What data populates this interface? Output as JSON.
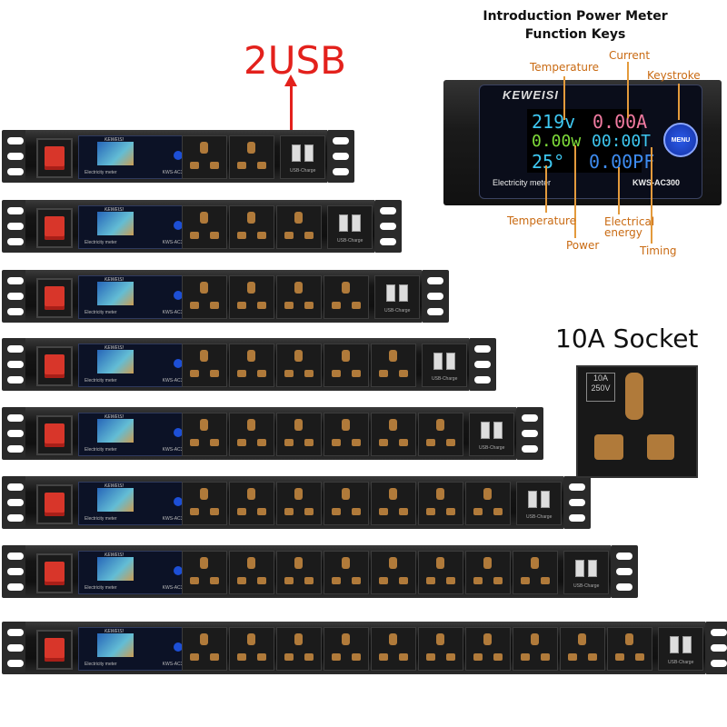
{
  "usb_callout": "2USB",
  "meter_detail": {
    "title_line1": "Introduction Power Meter",
    "title_line2": "Function Keys",
    "brand": "KEWEISI",
    "voltage": "219v",
    "current": "0.00A",
    "power": "0.00w",
    "timing": "00:00T",
    "temperature": "25°",
    "energy": "0.00PF",
    "menu_key": "MENU",
    "caption": "Electricity meter",
    "model": "KWS-AC300",
    "callouts": {
      "temperature_top": "Temperature",
      "current": "Current",
      "keystroke": "Keystroke",
      "temperature_bottom": "Temperature",
      "power": "Power",
      "electrical_energy_1": "Electrical",
      "electrical_energy_2": "energy",
      "timing": "Timing"
    }
  },
  "socket_detail": {
    "title": "10A Socket",
    "rating_1": "10A",
    "rating_2": "250V"
  },
  "strips": [
    {
      "outlets": 2
    },
    {
      "outlets": 3
    },
    {
      "outlets": 4
    },
    {
      "outlets": 5
    },
    {
      "outlets": 6
    },
    {
      "outlets": 7
    },
    {
      "outlets": 8
    },
    {
      "outlets": 10
    }
  ],
  "strip_text": {
    "brand": "KEWEISI",
    "caption": "Electricity meter",
    "model": "KWS-AC300",
    "usb_label": "USB-Charge"
  },
  "colors": {
    "accent_red": "#e3211c",
    "callout_orange": "#c96a12",
    "switch_red": "#d8362a",
    "copper": "#b07a3a"
  }
}
